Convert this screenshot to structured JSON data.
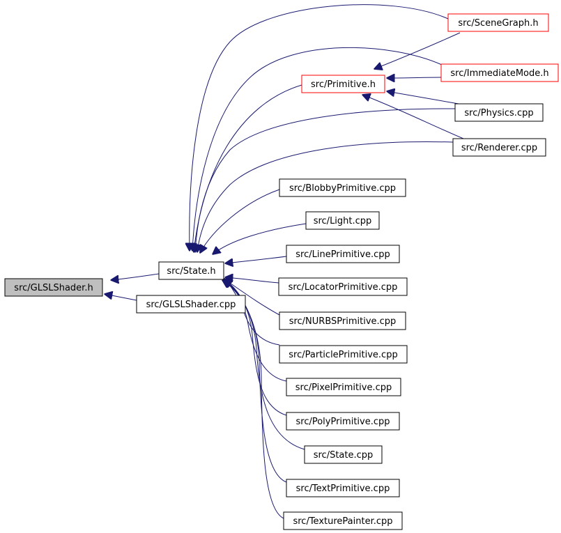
{
  "colors": {
    "edge": "#191970",
    "node_border": "#000000",
    "node_border_highlight": "#ff0000",
    "current_fill": "#bfbfbf",
    "node_fill": "#ffffff"
  },
  "nodes": {
    "glslshader_h": {
      "label": "src/GLSLShader.h",
      "current": true
    },
    "state_h": {
      "label": "src/State.h"
    },
    "glslshader_cpp": {
      "label": "src/GLSLShader.cpp"
    },
    "primitive_h": {
      "label": "src/Primitive.h",
      "highlight": true
    },
    "scenegraph_h": {
      "label": "src/SceneGraph.h",
      "highlight": true
    },
    "immediatemode_h": {
      "label": "src/ImmediateMode.h",
      "highlight": true
    },
    "physics_cpp": {
      "label": "src/Physics.cpp"
    },
    "renderer_cpp": {
      "label": "src/Renderer.cpp"
    },
    "blobbyprimitive_cpp": {
      "label": "src/BlobbyPrimitive.cpp"
    },
    "light_cpp": {
      "label": "src/Light.cpp"
    },
    "lineprimitive_cpp": {
      "label": "src/LinePrimitive.cpp"
    },
    "locatorprimitive_cpp": {
      "label": "src/LocatorPrimitive.cpp"
    },
    "nurbsprimitive_cpp": {
      "label": "src/NURBSPrimitive.cpp"
    },
    "particleprimitive_cpp": {
      "label": "src/ParticlePrimitive.cpp"
    },
    "pixelprimitive_cpp": {
      "label": "src/PixelPrimitive.cpp"
    },
    "polyprimitive_cpp": {
      "label": "src/PolyPrimitive.cpp"
    },
    "state_cpp": {
      "label": "src/State.cpp"
    },
    "textprimitive_cpp": {
      "label": "src/TextPrimitive.cpp"
    },
    "texturepainter_cpp": {
      "label": "src/TexturePainter.cpp"
    }
  },
  "edges": [
    {
      "from": "state_h",
      "to": "glslshader_h"
    },
    {
      "from": "glslshader_cpp",
      "to": "glslshader_h"
    },
    {
      "from": "primitive_h",
      "to": "state_h"
    },
    {
      "from": "scenegraph_h",
      "to": "state_h"
    },
    {
      "from": "immediatemode_h",
      "to": "state_h"
    },
    {
      "from": "physics_cpp",
      "to": "state_h"
    },
    {
      "from": "renderer_cpp",
      "to": "state_h"
    },
    {
      "from": "blobbyprimitive_cpp",
      "to": "state_h"
    },
    {
      "from": "light_cpp",
      "to": "state_h"
    },
    {
      "from": "lineprimitive_cpp",
      "to": "state_h"
    },
    {
      "from": "locatorprimitive_cpp",
      "to": "state_h"
    },
    {
      "from": "nurbsprimitive_cpp",
      "to": "state_h"
    },
    {
      "from": "particleprimitive_cpp",
      "to": "state_h"
    },
    {
      "from": "pixelprimitive_cpp",
      "to": "state_h"
    },
    {
      "from": "polyprimitive_cpp",
      "to": "state_h"
    },
    {
      "from": "state_cpp",
      "to": "state_h"
    },
    {
      "from": "textprimitive_cpp",
      "to": "state_h"
    },
    {
      "from": "texturepainter_cpp",
      "to": "state_h"
    },
    {
      "from": "scenegraph_h",
      "to": "primitive_h"
    },
    {
      "from": "immediatemode_h",
      "to": "primitive_h"
    },
    {
      "from": "physics_cpp",
      "to": "primitive_h"
    },
    {
      "from": "renderer_cpp",
      "to": "primitive_h"
    }
  ]
}
